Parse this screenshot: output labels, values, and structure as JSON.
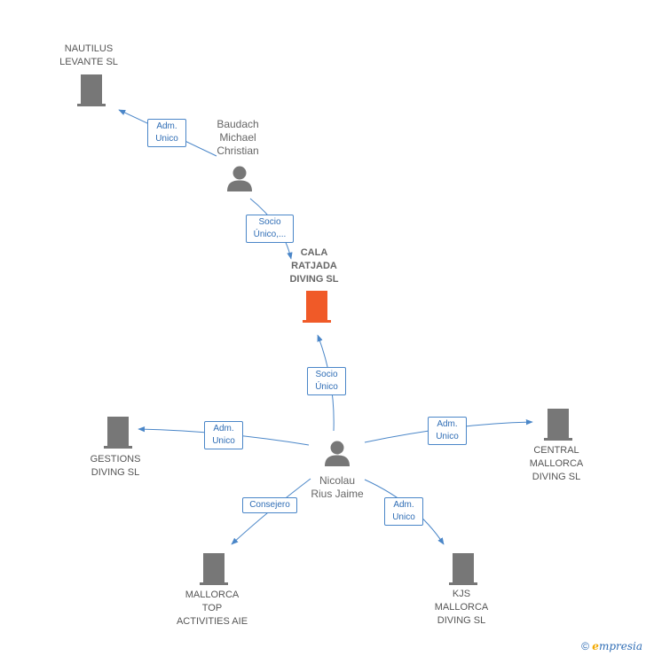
{
  "colors": {
    "company": "#777777",
    "main_company": "#f05a28",
    "person": "#777777",
    "edge": "#4a86c8",
    "edge_text": "#2f6db5"
  },
  "nodes": {
    "nautilus": {
      "label": "NAUTILUS\nLEVANTE SL",
      "icon": "building-icon"
    },
    "baudach": {
      "label": "Baudach\nMichael\nChristian",
      "icon": "person-icon"
    },
    "cala": {
      "label": "CALA\nRATJADA\nDIVING SL",
      "icon": "building-icon"
    },
    "nicolau": {
      "label": "Nicolau\nRius Jaime",
      "icon": "person-icon"
    },
    "gestions": {
      "label": "GESTIONS\nDIVING SL",
      "icon": "building-icon"
    },
    "central": {
      "label": "CENTRAL\nMALLORCA\nDIVING SL",
      "icon": "building-icon"
    },
    "mallorca_top": {
      "label": "MALLORCA\nTOP\nACTIVITIES AIE",
      "icon": "building-icon"
    },
    "kjs": {
      "label": "KJS\nMALLORCA\nDIVING SL",
      "icon": "building-icon"
    }
  },
  "edges": {
    "baudach_nautilus": "Adm.\nUnico",
    "baudach_cala": "Socio\nÚnico,...",
    "nicolau_cala": "Socio\nÚnico",
    "nicolau_gestions": "Adm.\nUnico",
    "nicolau_central": "Adm.\nUnico",
    "nicolau_mallorca_top": "Consejero",
    "nicolau_kjs": "Adm.\nUnico"
  },
  "footer": {
    "copyright": "©",
    "brand_initial": "e",
    "brand_rest": "mpresia"
  }
}
